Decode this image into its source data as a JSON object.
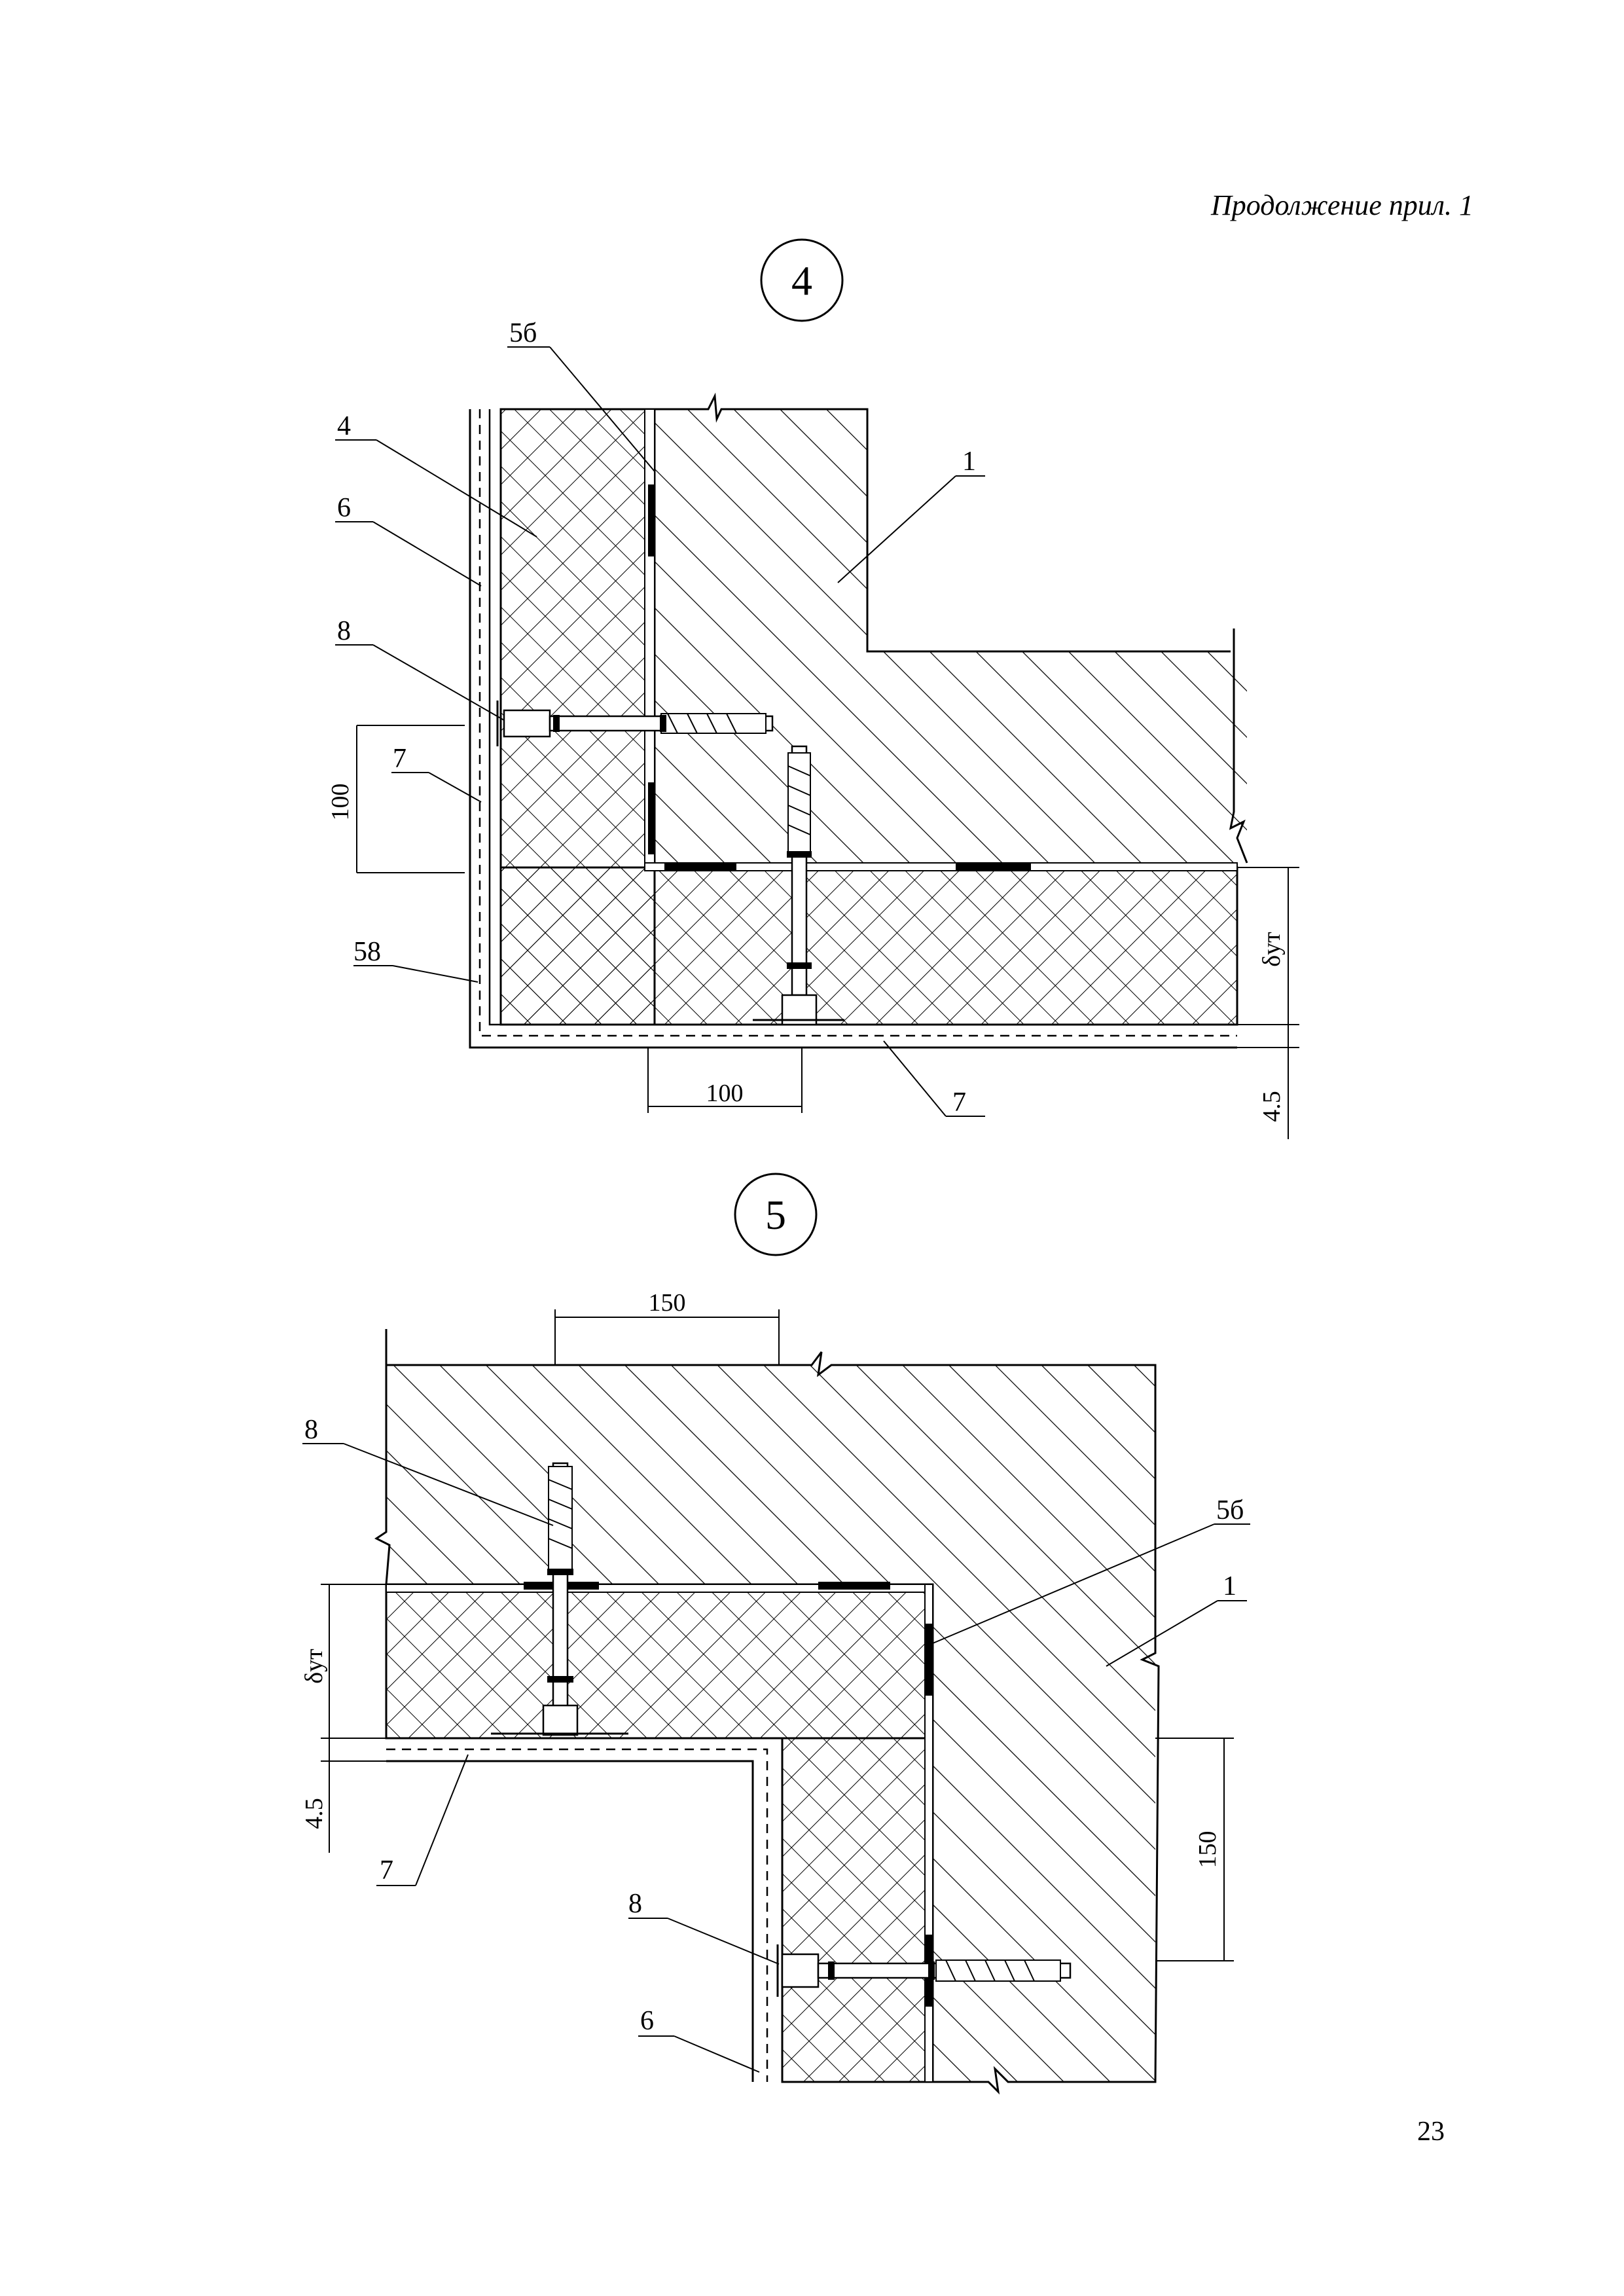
{
  "header_note": "Продолжение прил. 1",
  "page_number": "23",
  "detail_4": {
    "number": "4",
    "labels": {
      "fastener_seal": "5б",
      "insulation": "4",
      "render_layer": "6",
      "anchor": "8",
      "mesh": "7",
      "corner_profile": "58",
      "wall": "1",
      "mesh_bottom": "7"
    },
    "dimensions": {
      "vertical_100": "100",
      "horizontal_100": "100",
      "insulation_thickness": "δут",
      "render_thickness": "4.5"
    }
  },
  "detail_5": {
    "number": "5",
    "labels": {
      "anchor_top": "8",
      "fastener_seal": "5б",
      "wall": "1",
      "mesh": "7",
      "anchor_bottom": "8",
      "render_layer": "6"
    },
    "dimensions": {
      "horizontal_150": "150",
      "vertical_150": "150",
      "insulation_thickness": "δут",
      "render_thickness": "4.5"
    }
  }
}
